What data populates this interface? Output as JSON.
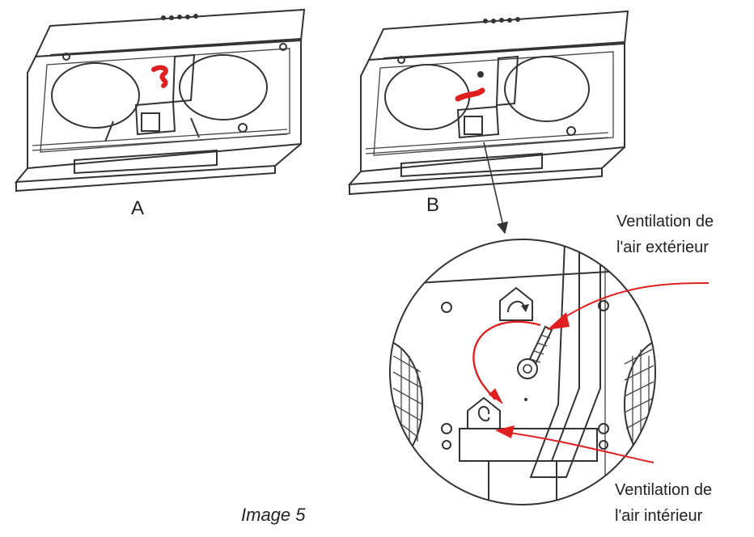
{
  "labels": {
    "hood_a": "A",
    "hood_b": "B",
    "outdoor_line1": "Ventilation de",
    "outdoor_line2": "l'air extérieur",
    "indoor_line1": "Ventilation de",
    "indoor_line2": "l'air intérieur",
    "caption": "Image 5"
  },
  "icons": {
    "outdoor_mode": "house-recirculation-arrow-icon",
    "indoor_mode": "house-cycle-icon"
  },
  "colors": {
    "line_art": "#333333",
    "highlight": "#e02020",
    "background": "#ffffff"
  }
}
